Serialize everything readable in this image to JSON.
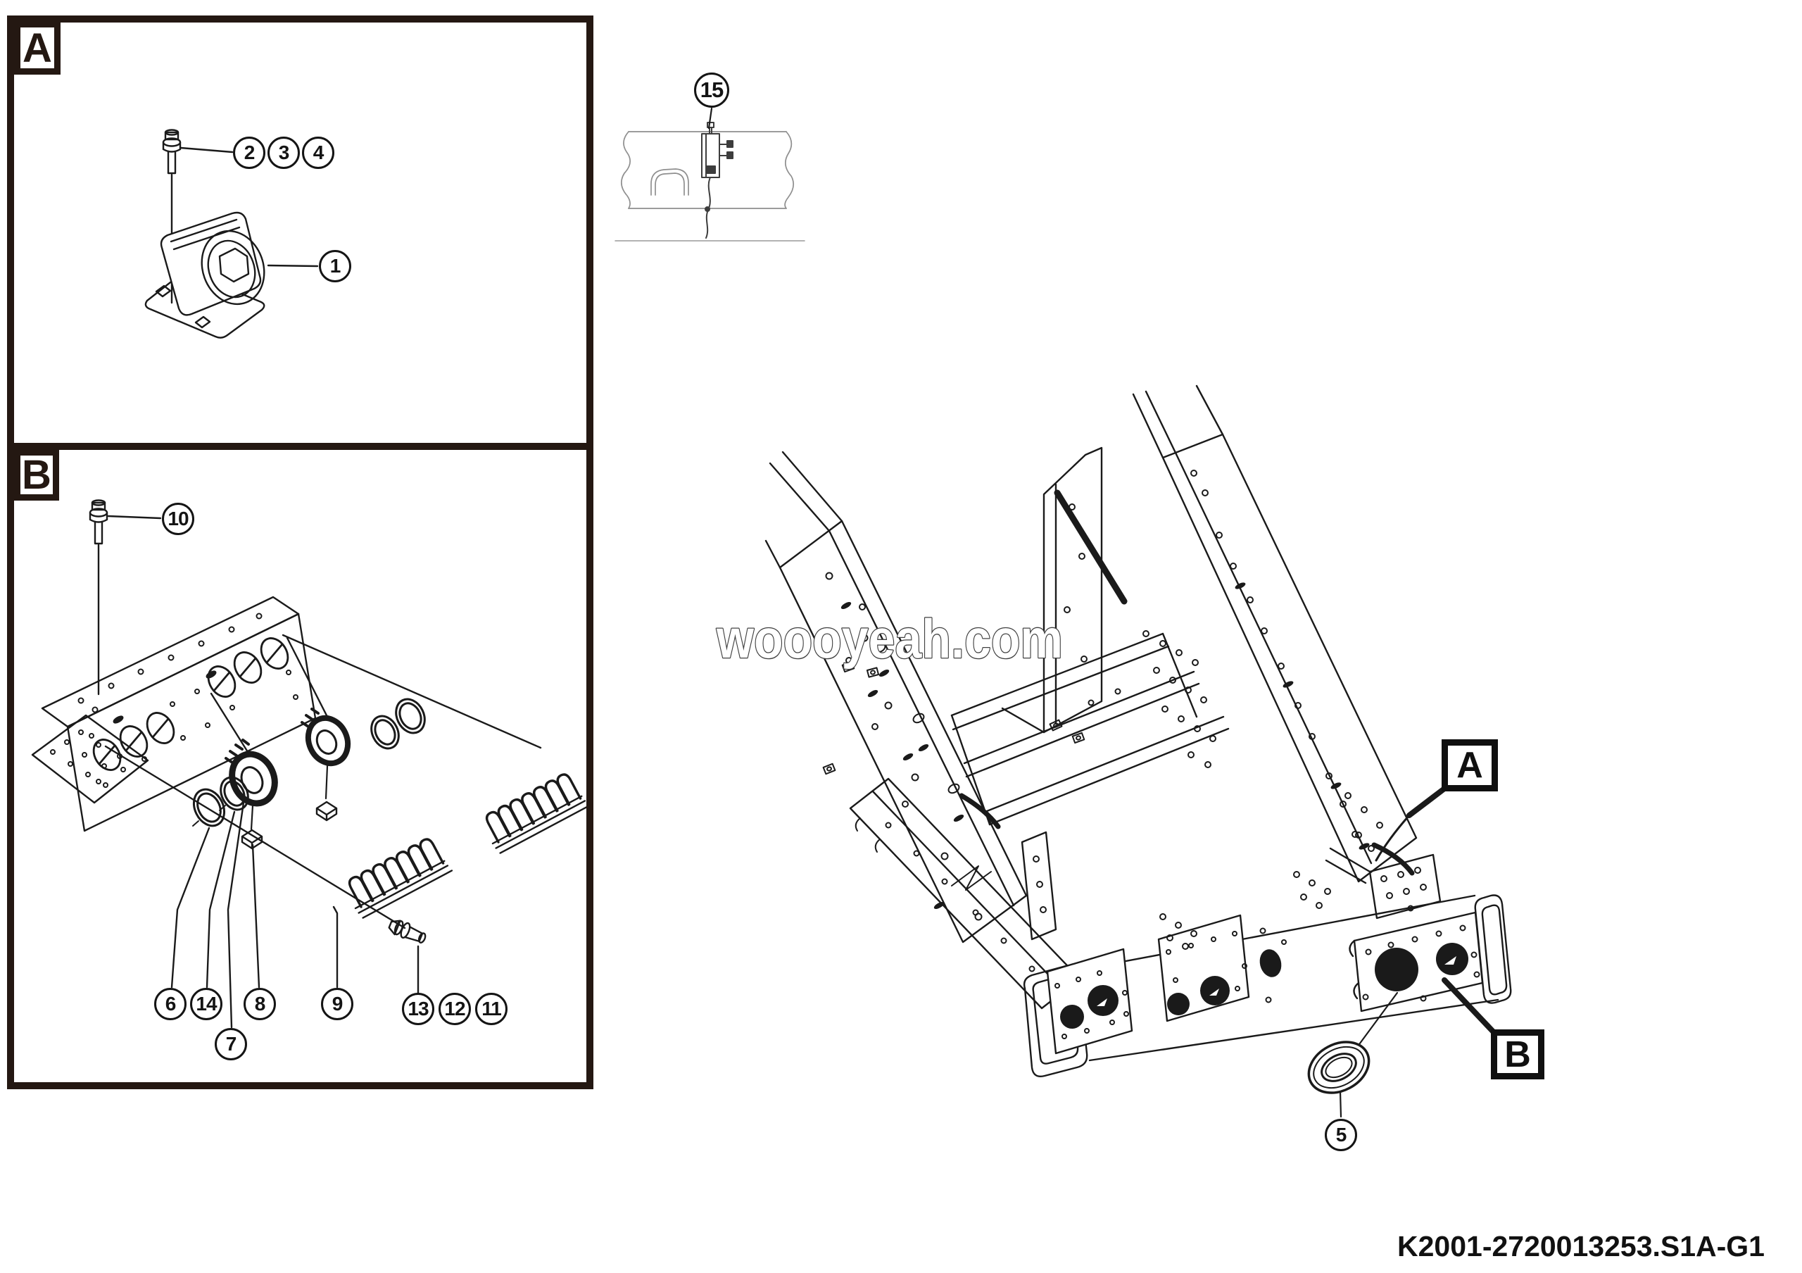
{
  "figure_code": "K2001-2720013253.S1A-G1",
  "watermark": "woooyeah.com",
  "panel_a": {
    "label": "A",
    "callout_1": "1",
    "callout_2": "2",
    "callout_3": "3",
    "callout_4": "4"
  },
  "panel_b": {
    "label": "B",
    "callout_10": "10",
    "callout_6": "6",
    "callout_14": "14",
    "callout_7": "7",
    "callout_8": "8",
    "callout_9": "9",
    "callout_13": "13",
    "callout_12": "12",
    "callout_11": "11"
  },
  "detail_top": {
    "callout_15": "15"
  },
  "frame": {
    "label_a": "A",
    "label_b": "B",
    "callout_5": "5"
  },
  "colors": {
    "line": "#1a1a1a",
    "panel_border": "#241812",
    "watermark_outline": "#3f3f3f",
    "text": "#111111"
  }
}
